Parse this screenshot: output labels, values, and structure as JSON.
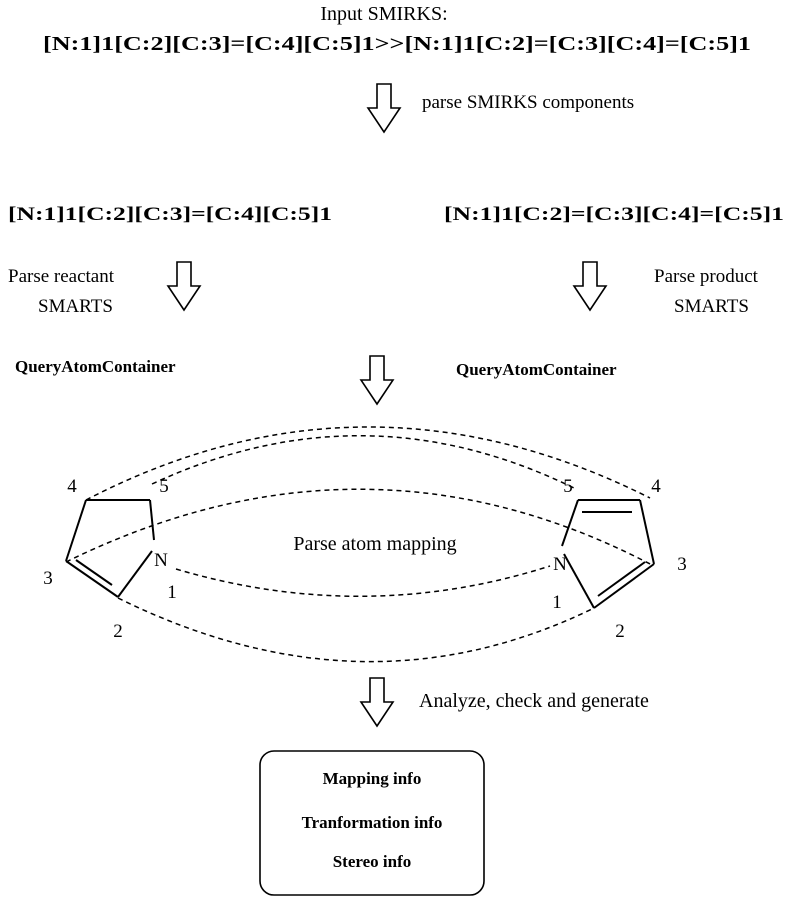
{
  "header": {
    "title": "Input SMIRKS:",
    "smirks": "[N:1]1[C:2][C:3]=[C:4][C:5]1>>[N:1]1[C:2]=[C:3][C:4]=[C:5]1"
  },
  "steps": {
    "parse_components": "parse SMIRKS components",
    "parse_reactant": [
      "Parse reactant",
      "SMARTS"
    ],
    "parse_product": [
      "Parse product",
      "SMARTS"
    ],
    "parse_mapping": "Parse atom mapping",
    "analyze": "Analyze, check and generate"
  },
  "reactant": {
    "smarts": "[N:1]1[C:2][C:3]=[C:4][C:5]1",
    "container": "QueryAtomContainer",
    "labels": {
      "n": "N",
      "a1": "1",
      "a2": "2",
      "a3": "3",
      "a4": "4",
      "a5": "5"
    }
  },
  "product": {
    "smarts": "[N:1]1[C:2]=[C:3][C:4]=[C:5]1",
    "container": "QueryAtomContainer",
    "labels": {
      "n": "N",
      "a1": "1",
      "a2": "2",
      "a3": "3",
      "a4": "4",
      "a5": "5"
    }
  },
  "output": {
    "items": [
      "Mapping info",
      "Tranformation info",
      "Stereo info"
    ]
  }
}
